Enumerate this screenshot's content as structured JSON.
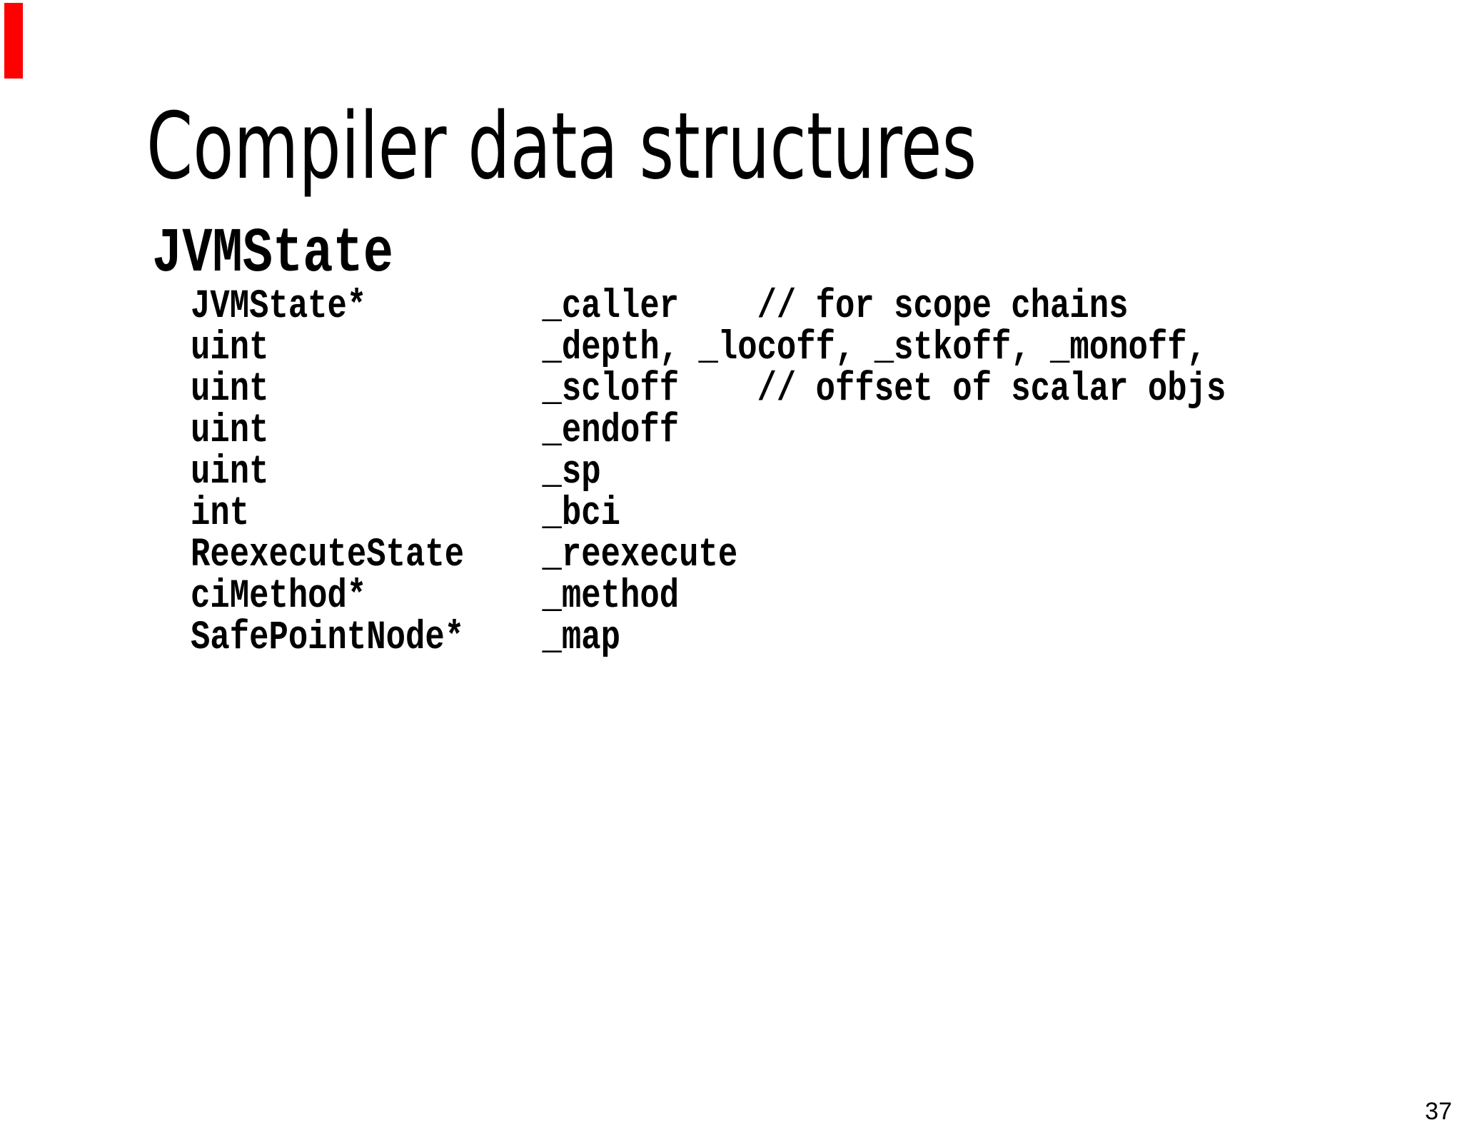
{
  "slide": {
    "title": "Compiler data structures",
    "heading": "JVMState",
    "code_lines": [
      "JVMState*         _caller    // for scope chains",
      "uint              _depth, _locoff, _stkoff, _monoff,",
      "uint              _scloff    // offset of scalar objs",
      "uint              _endoff",
      "uint              _sp",
      "int               _bci",
      "ReexecuteState    _reexecute",
      "ciMethod*         _method",
      "SafePointNode*    _map"
    ],
    "page_number": "37",
    "colors": {
      "background": "#ffffff",
      "text": "#000000",
      "accent_bar": "#ff0000"
    }
  }
}
